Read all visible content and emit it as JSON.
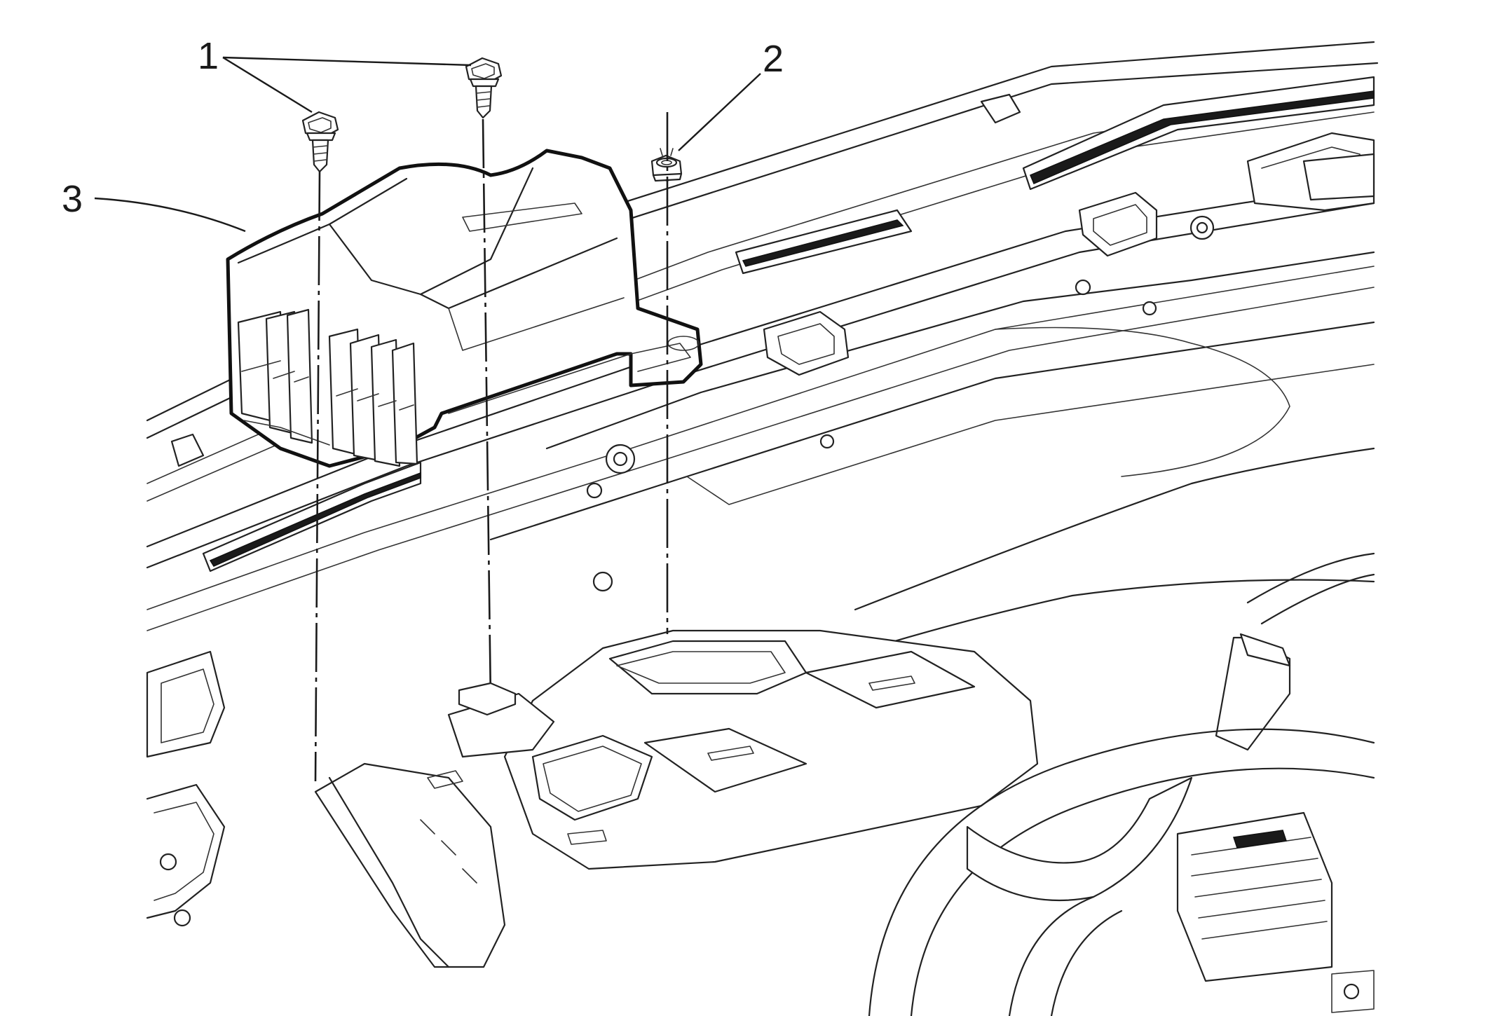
{
  "callouts": [
    {
      "id": "1",
      "label": "1",
      "part": "bolt"
    },
    {
      "id": "2",
      "label": "2",
      "part": "nut"
    },
    {
      "id": "3",
      "label": "3",
      "part": "cover"
    }
  ]
}
